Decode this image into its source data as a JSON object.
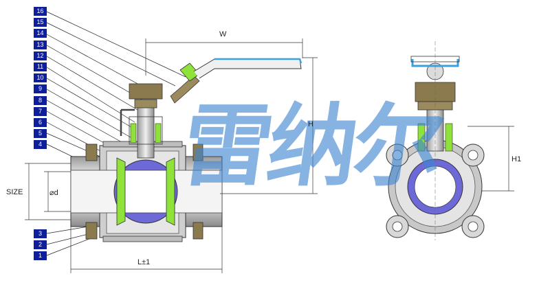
{
  "part_tags": [
    "16",
    "15",
    "14",
    "13",
    "12",
    "11",
    "10",
    "9",
    "8",
    "7",
    "6",
    "5",
    "4"
  ],
  "bottom_tags": [
    "3",
    "2",
    "1"
  ],
  "dims": {
    "w": "W",
    "h": "H",
    "h1": "H1",
    "size": "SIZE",
    "d": "⌀d",
    "l": "L±1"
  },
  "watermark": "雷纳尔",
  "colors": {
    "tag_bg": "#0f1f9c",
    "ball": "#6d6ad8",
    "seat": "#8ee23a",
    "brass": "#8a7a4e",
    "handle": "#3aa0e0",
    "body": "#c8c8c8"
  }
}
